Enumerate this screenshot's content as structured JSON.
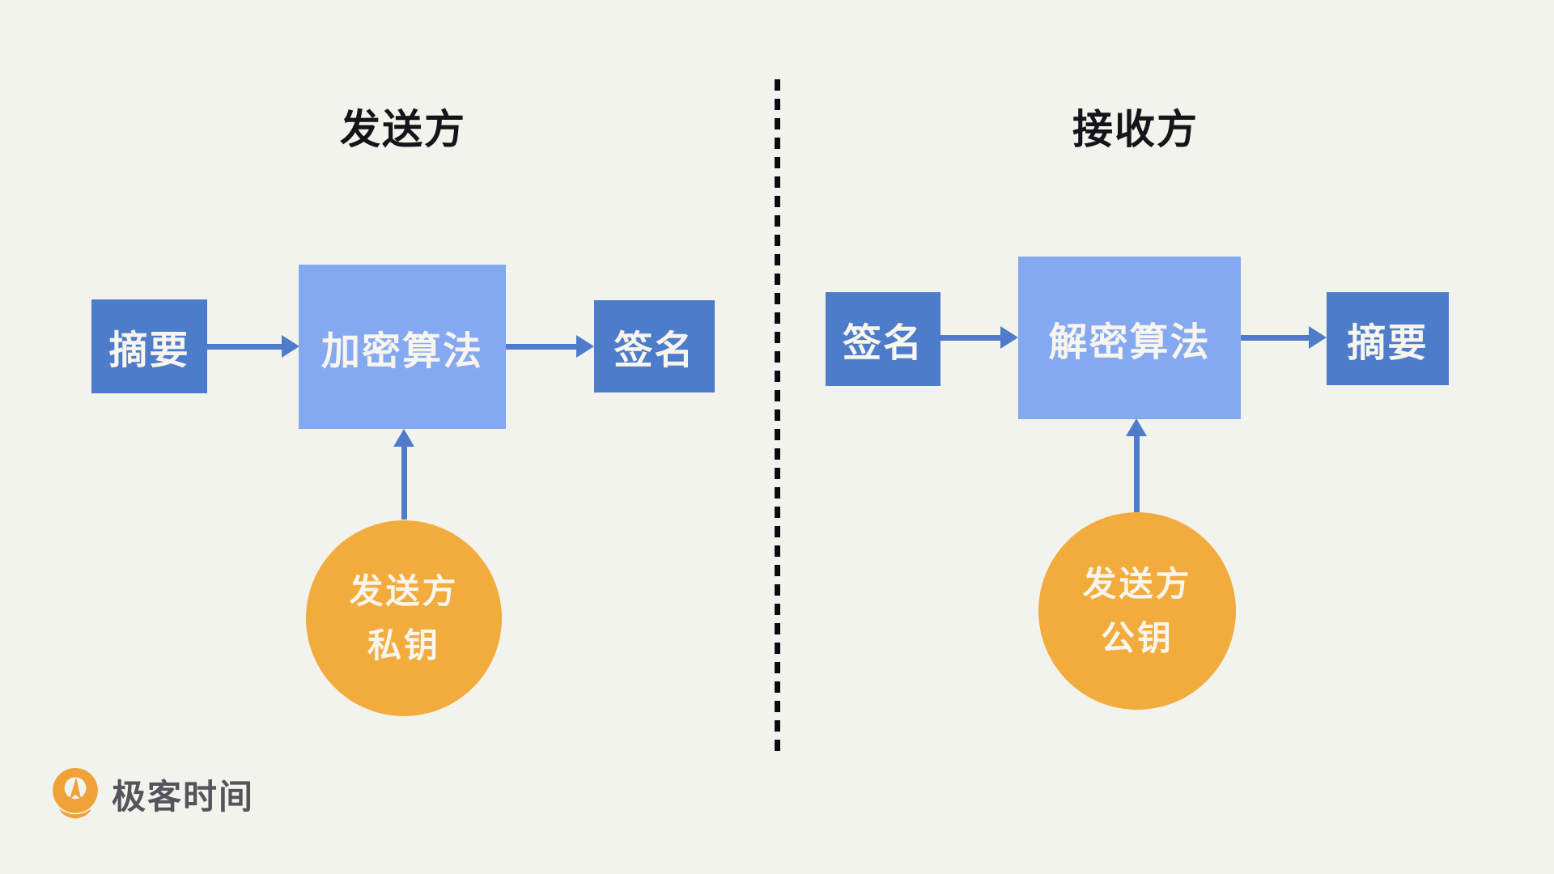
{
  "sender": {
    "title": "发送方",
    "digest": "摘要",
    "algorithm": "加密算法",
    "signature": "签名",
    "key": {
      "line1": "发送方",
      "line2": "私钥"
    }
  },
  "receiver": {
    "title": "接收方",
    "signature": "签名",
    "algorithm": "解密算法",
    "digest": "摘要",
    "key": {
      "line1": "发送方",
      "line2": "公钥"
    }
  },
  "brand": {
    "name": "极客时间"
  },
  "colors": {
    "background": "#F3F3ED",
    "node_dark_blue": "#4D7CCB",
    "node_light_blue": "#85A9F0",
    "arrow_blue": "#4E7CCB",
    "key_circle_orange": "#F2AC3D",
    "node_text": "#F7F5ED",
    "title_text": "#14141A",
    "divider_dash": "#0A0A12",
    "brand_text": "#55545A",
    "brand_logo_orange": "#F0A239"
  }
}
